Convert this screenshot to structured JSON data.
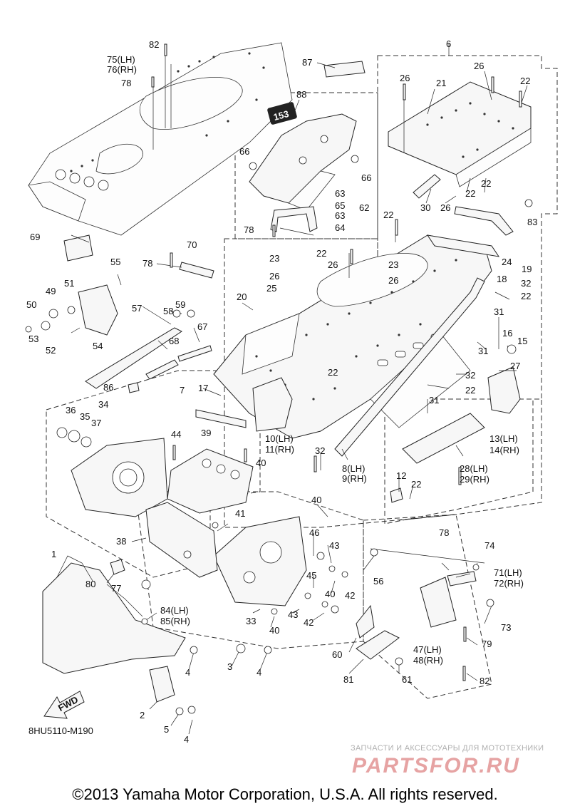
{
  "diagram": {
    "code": "8HU5110-M190",
    "fwd_label": "FWD",
    "decal_text": "153",
    "callouts": [
      {
        "id": "c82a",
        "text": "82"
      },
      {
        "id": "c75",
        "text": "75(LH)"
      },
      {
        "id": "c76",
        "text": "76(RH)"
      },
      {
        "id": "c78a",
        "text": "78"
      },
      {
        "id": "c6",
        "text": "6"
      },
      {
        "id": "c87",
        "text": "87"
      },
      {
        "id": "c88",
        "text": "88"
      },
      {
        "id": "c26a",
        "text": "26"
      },
      {
        "id": "c21",
        "text": "21"
      },
      {
        "id": "c26b",
        "text": "26"
      },
      {
        "id": "c22a",
        "text": "22"
      },
      {
        "id": "c66a",
        "text": "66"
      },
      {
        "id": "c66b",
        "text": "66"
      },
      {
        "id": "c63a",
        "text": "63"
      },
      {
        "id": "c65",
        "text": "65"
      },
      {
        "id": "c62",
        "text": "62"
      },
      {
        "id": "c63b",
        "text": "63"
      },
      {
        "id": "c64",
        "text": "64"
      },
      {
        "id": "c22b",
        "text": "22"
      },
      {
        "id": "c22c",
        "text": "22"
      },
      {
        "id": "c30",
        "text": "30"
      },
      {
        "id": "c26c",
        "text": "26"
      },
      {
        "id": "c83",
        "text": "83"
      },
      {
        "id": "c22d",
        "text": "22"
      },
      {
        "id": "c78b",
        "text": "78"
      },
      {
        "id": "c69",
        "text": "69"
      },
      {
        "id": "c70",
        "text": "70"
      },
      {
        "id": "c24",
        "text": "24"
      },
      {
        "id": "c19",
        "text": "19"
      },
      {
        "id": "c18",
        "text": "18"
      },
      {
        "id": "c78c",
        "text": "78"
      },
      {
        "id": "c55",
        "text": "55"
      },
      {
        "id": "c22e",
        "text": "22"
      },
      {
        "id": "c23a",
        "text": "23"
      },
      {
        "id": "c23b",
        "text": "23"
      },
      {
        "id": "c26d",
        "text": "26"
      },
      {
        "id": "c26e",
        "text": "26"
      },
      {
        "id": "c26f",
        "text": "26"
      },
      {
        "id": "c25",
        "text": "25"
      },
      {
        "id": "c32a",
        "text": "32"
      },
      {
        "id": "c22f",
        "text": "22"
      },
      {
        "id": "c51",
        "text": "51"
      },
      {
        "id": "c49",
        "text": "49"
      },
      {
        "id": "c50",
        "text": "50"
      },
      {
        "id": "c20",
        "text": "20"
      },
      {
        "id": "c59",
        "text": "59"
      },
      {
        "id": "c58",
        "text": "58"
      },
      {
        "id": "c57",
        "text": "57"
      },
      {
        "id": "c31a",
        "text": "31"
      },
      {
        "id": "c16",
        "text": "16"
      },
      {
        "id": "c15",
        "text": "15"
      },
      {
        "id": "c53",
        "text": "53"
      },
      {
        "id": "c52",
        "text": "52"
      },
      {
        "id": "c54",
        "text": "54"
      },
      {
        "id": "c68",
        "text": "68"
      },
      {
        "id": "c67",
        "text": "67"
      },
      {
        "id": "c31b",
        "text": "31"
      },
      {
        "id": "c22g",
        "text": "22"
      },
      {
        "id": "c27",
        "text": "27"
      },
      {
        "id": "c32b",
        "text": "32"
      },
      {
        "id": "c22h",
        "text": "22"
      },
      {
        "id": "c86",
        "text": "86"
      },
      {
        "id": "c7",
        "text": "7"
      },
      {
        "id": "c17",
        "text": "17"
      },
      {
        "id": "c31c",
        "text": "31"
      },
      {
        "id": "c36",
        "text": "36"
      },
      {
        "id": "c35",
        "text": "35"
      },
      {
        "id": "c34",
        "text": "34"
      },
      {
        "id": "c37",
        "text": "37"
      },
      {
        "id": "c44",
        "text": "44"
      },
      {
        "id": "c39",
        "text": "39"
      },
      {
        "id": "c10",
        "text": "10(LH)"
      },
      {
        "id": "c11",
        "text": "11(RH)"
      },
      {
        "id": "c13",
        "text": "13(LH)"
      },
      {
        "id": "c14",
        "text": "14(RH)"
      },
      {
        "id": "c32c",
        "text": "32"
      },
      {
        "id": "c40a",
        "text": "40"
      },
      {
        "id": "c8",
        "text": "8(LH)"
      },
      {
        "id": "c9",
        "text": "9(RH)"
      },
      {
        "id": "c28",
        "text": "28(LH)"
      },
      {
        "id": "c29",
        "text": "29(RH)"
      },
      {
        "id": "c12",
        "text": "12"
      },
      {
        "id": "c22i",
        "text": "22"
      },
      {
        "id": "c40b",
        "text": "40"
      },
      {
        "id": "c41",
        "text": "41"
      },
      {
        "id": "c38",
        "text": "38"
      },
      {
        "id": "c46",
        "text": "46"
      },
      {
        "id": "c43a",
        "text": "43"
      },
      {
        "id": "c78d",
        "text": "78"
      },
      {
        "id": "c74",
        "text": "74"
      },
      {
        "id": "c1",
        "text": "1"
      },
      {
        "id": "c45",
        "text": "45"
      },
      {
        "id": "c40c",
        "text": "40"
      },
      {
        "id": "c42a",
        "text": "42"
      },
      {
        "id": "c56",
        "text": "56"
      },
      {
        "id": "c71",
        "text": "71(LH)"
      },
      {
        "id": "c72",
        "text": "72(RH)"
      },
      {
        "id": "c80",
        "text": "80"
      },
      {
        "id": "c77",
        "text": "77"
      },
      {
        "id": "c84",
        "text": "84(LH)"
      },
      {
        "id": "c85",
        "text": "85(RH)"
      },
      {
        "id": "c33",
        "text": "33"
      },
      {
        "id": "c43b",
        "text": "43"
      },
      {
        "id": "c42b",
        "text": "42"
      },
      {
        "id": "c40d",
        "text": "40"
      },
      {
        "id": "c73",
        "text": "73"
      },
      {
        "id": "c79",
        "text": "79"
      },
      {
        "id": "c60",
        "text": "60"
      },
      {
        "id": "c47",
        "text": "47(LH)"
      },
      {
        "id": "c48",
        "text": "48(RH)"
      },
      {
        "id": "c4a",
        "text": "4"
      },
      {
        "id": "c3",
        "text": "3"
      },
      {
        "id": "c4b",
        "text": "4"
      },
      {
        "id": "c81",
        "text": "81"
      },
      {
        "id": "c61",
        "text": "61"
      },
      {
        "id": "c82b",
        "text": "82"
      },
      {
        "id": "c2",
        "text": "2"
      },
      {
        "id": "c5",
        "text": "5"
      },
      {
        "id": "c4c",
        "text": "4"
      }
    ]
  },
  "watermark": {
    "subtitle": "ЗАПЧАСТИ И АКСЕССУАРЫ ДЛЯ МОТОТЕХНИКИ",
    "logo": "PARTSFOR.RU"
  },
  "footer": {
    "copyright": "©2013 Yamaha Motor Corporation, U.S.A. All rights reserved."
  }
}
